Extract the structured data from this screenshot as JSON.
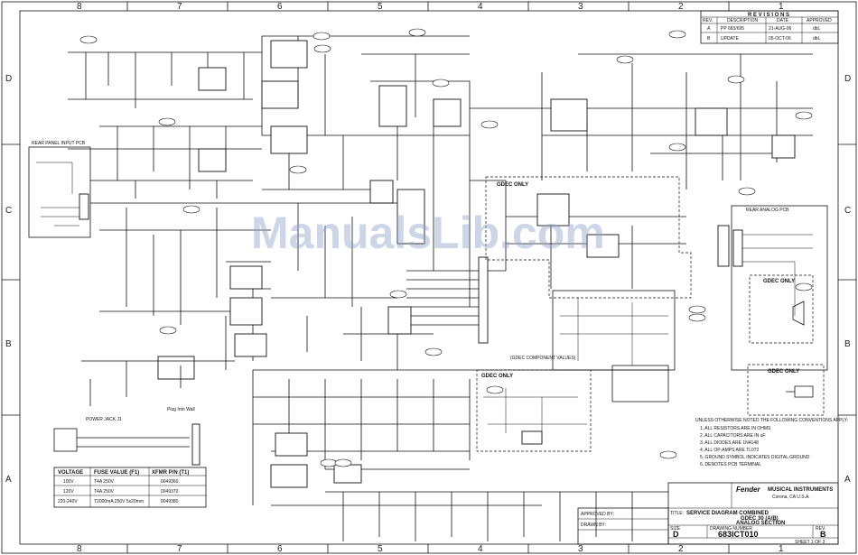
{
  "watermark": "ManualsLib.com",
  "grid": {
    "columns": [
      "8",
      "7",
      "6",
      "5",
      "4",
      "3",
      "2",
      "1"
    ],
    "rows": [
      "D",
      "C",
      "B",
      "A"
    ]
  },
  "revisions": {
    "title": "R E V I S I O N S",
    "headers": [
      "REV.",
      "DESCRIPTION",
      "DATE",
      "APPROVED"
    ],
    "rows": [
      [
        "A",
        "PP 683/695",
        "21-AUG-06",
        "dbL"
      ],
      [
        "B",
        "UPDATE",
        "05-OCT-06",
        "dbL"
      ]
    ]
  },
  "sections": {
    "rear_input": "REAR PANEL INPUT PCB",
    "gdec_only_top": "GDEC ONLY",
    "rear_analog": "REAR ANALOG PCB",
    "gdec_only_right": "GDEC ONLY",
    "gdec_component": "(GDEC COMPONENT VALUES)",
    "gdec_only_low": "GDEC ONLY",
    "gdec_only_bottom_right": "GDEC ONLY",
    "power_jack": "POWER JACK J1",
    "ac_note": "Plug Into Wall"
  },
  "fuse_table": {
    "headers": [
      "VOLTAGE",
      "FUSE VALUE (F1)",
      "XFMR P/N (T1)"
    ],
    "rows": [
      [
        "100V",
        "T4A 250V",
        "0049360"
      ],
      [
        "120V",
        "T4A 250V",
        "0049370"
      ],
      [
        "220-240V",
        "T2000mA 250V 5x20mm",
        "0049380"
      ]
    ]
  },
  "title_block": {
    "company": "MUSICAL INSTRUMENTS",
    "location": "Corona, CA  U.S.A.",
    "brand": "Fender",
    "label_title": "TITLE:",
    "title1": "SERVICE DIAGRAM COMBINED",
    "title2": "GDEC 30 (A/B)",
    "title3": "ANALOG SECTION",
    "label_size": "SIZE",
    "size": "D",
    "label_drawing": "DRAWING NUMBER",
    "drawing_number": "683ICT010",
    "label_rev": "REV.",
    "rev": "B",
    "label_approved": "APPROVED BY:",
    "label_drawn": "DRAWN BY:",
    "label_sheet": "SHEET",
    "sheet": "1 OF 3"
  },
  "notes": {
    "heading": "UNLESS OTHERWISE NOTED THE FOLLOWING CONVENTIONS APPLY:",
    "items": [
      "1. ALL RESISTORS ARE IN OHMS",
      "2. ALL CAPACITORS ARE IN uF",
      "3. ALL DIODES ARE 1N4148",
      "4. ALL OP-AMPS ARE TL072",
      "5. GROUND SYMBOL INDICATES DIGITAL GROUND",
      "6. DENOTES PCB TERMINAL"
    ]
  }
}
